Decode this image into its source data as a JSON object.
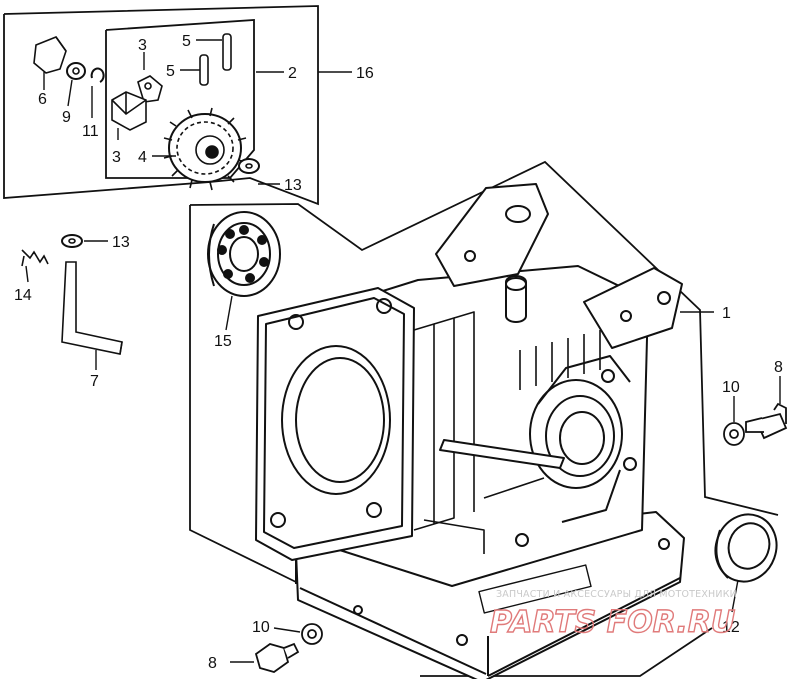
{
  "callouts": {
    "c1": "1",
    "c2": "2",
    "c3a": "3",
    "c3b": "3",
    "c4": "4",
    "c5a": "5",
    "c5b": "5",
    "c6": "6",
    "c7": "7",
    "c8a": "8",
    "c8b": "8",
    "c9": "9",
    "c10a": "10",
    "c10b": "10",
    "c11": "11",
    "c12": "12",
    "c13a": "13",
    "c13b": "13",
    "c14": "14",
    "c15": "15",
    "c16": "16"
  },
  "watermark": {
    "tagline": "ЗАПЧАСТИ И АКСЕССУАРЫ ДЛЯ МОТОТЕХНИКИ",
    "logo": "PARTS FOR.RU"
  },
  "colors": {
    "ink": "#111111",
    "watermark_red": "#e07a7a",
    "watermark_gray": "#c9c9c9"
  }
}
